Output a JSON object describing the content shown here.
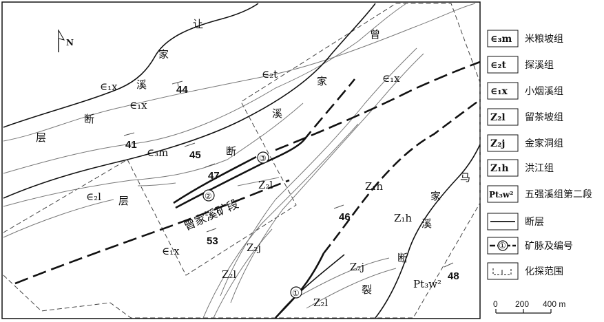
{
  "north": {
    "label": "N"
  },
  "region_name": "曾家溪矿段",
  "unit_labels": [
    {
      "id": "e1x-a",
      "text": "∈₁x"
    },
    {
      "id": "e1x-b",
      "text": "∈₁x"
    },
    {
      "id": "e2t",
      "text": "∈₂t"
    },
    {
      "id": "e1x-c",
      "text": "∈₁x"
    },
    {
      "id": "e3m",
      "text": "∈₃m"
    },
    {
      "id": "e2l",
      "text": "∈₂l"
    },
    {
      "id": "e1x-d",
      "text": "∈₁x"
    },
    {
      "id": "z2l-a",
      "text": "Z₂l"
    },
    {
      "id": "z1h-a",
      "text": "Z₁h"
    },
    {
      "id": "z1h-b",
      "text": "Z₁h"
    },
    {
      "id": "z2j-a",
      "text": "Z₂j"
    },
    {
      "id": "z2l-b",
      "text": "Z₂l"
    },
    {
      "id": "z2j-b",
      "text": "Z₂j"
    },
    {
      "id": "z2l-c",
      "text": "Z₂l"
    },
    {
      "id": "pt3w2",
      "text": "Pt₃w²"
    }
  ],
  "fault_chars": [
    {
      "id": "rang",
      "text": "让"
    },
    {
      "id": "jia1",
      "text": "家"
    },
    {
      "id": "xi1",
      "text": "溪"
    },
    {
      "id": "duan1",
      "text": "断"
    },
    {
      "id": "ceng1",
      "text": "层"
    },
    {
      "id": "zeng",
      "text": "曾"
    },
    {
      "id": "jia2",
      "text": "家"
    },
    {
      "id": "xi2",
      "text": "溪"
    },
    {
      "id": "duan2",
      "text": "断"
    },
    {
      "id": "ceng2",
      "text": "层"
    },
    {
      "id": "ma",
      "text": "马"
    },
    {
      "id": "jia3",
      "text": "家"
    },
    {
      "id": "xi3",
      "text": "溪"
    },
    {
      "id": "duan3",
      "text": "断"
    },
    {
      "id": "lie",
      "text": "裂"
    }
  ],
  "sample_numbers": [
    "44",
    "41",
    "45",
    "47",
    "53",
    "46",
    "48"
  ],
  "vein_numbers": [
    "①",
    "②",
    "③"
  ],
  "legend": [
    {
      "symbol": "∈₃m",
      "label": "米粮坡组"
    },
    {
      "symbol": "∈₂t",
      "label": "探溪组"
    },
    {
      "symbol": "∈₁x",
      "label": "小烟溪组"
    },
    {
      "symbol": "Z₂l",
      "label": "留茶坡组"
    },
    {
      "symbol": "Z₂j",
      "label": "金家洞组"
    },
    {
      "symbol": "Z₁h",
      "label": "洪江组"
    },
    {
      "symbol": "Pt₃w²",
      "label": "五强溪组第二段"
    },
    {
      "symbol": "fault",
      "label": "断层"
    },
    {
      "symbol": "vein",
      "label": "矿脉及编号"
    },
    {
      "symbol": "survey",
      "label": "化探范围"
    }
  ],
  "legend_vein_symbol": "①",
  "scale": {
    "ticks": [
      "0",
      "200",
      "400 m"
    ]
  },
  "colors": {
    "line": "#111111",
    "geo": "#777777",
    "dash": "#444444"
  }
}
